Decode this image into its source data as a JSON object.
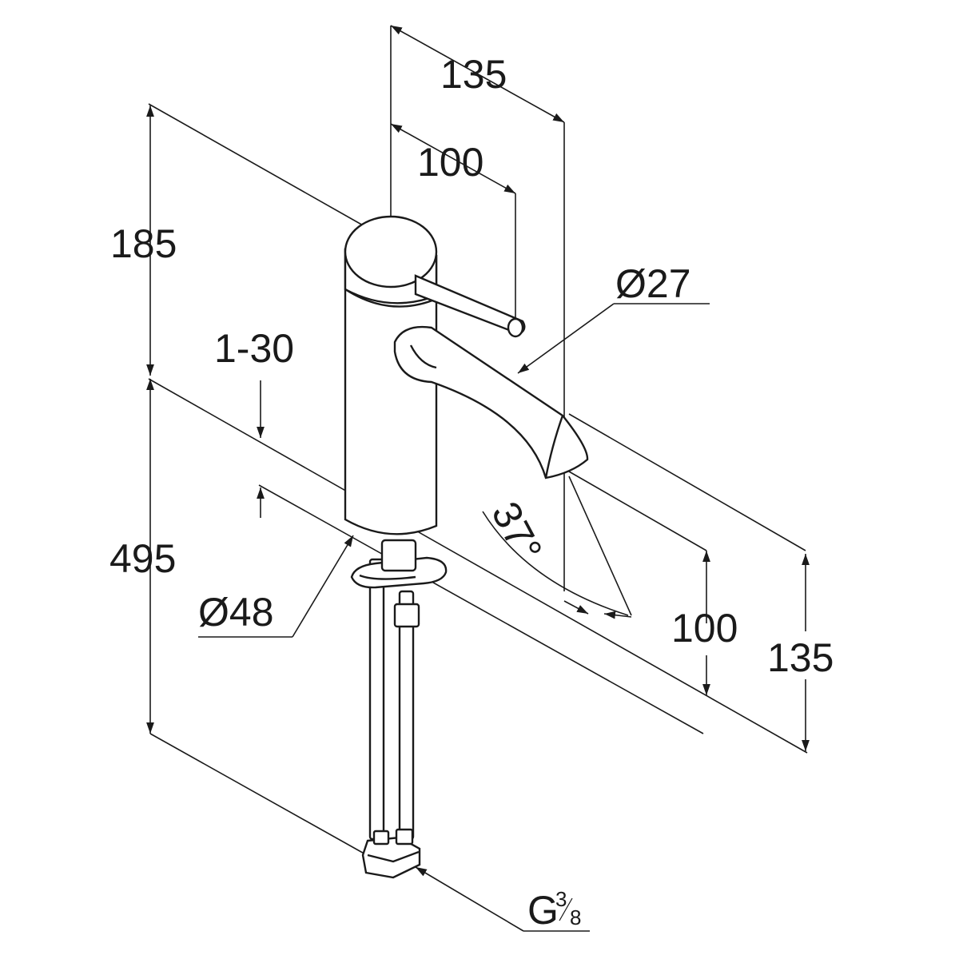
{
  "dimensions": {
    "top_135": "135",
    "top_100": "100",
    "height_185": "185",
    "adjust_1_30": "1-30",
    "diameter_27": "Ø27",
    "angle_37": "37°",
    "height_495": "495",
    "diameter_48": "Ø48",
    "right_100": "100",
    "right_135": "135",
    "connection_main": "G",
    "connection_num": "3",
    "connection_den": "8"
  },
  "colors": {
    "line": "#1a1a1a",
    "background": "#ffffff"
  }
}
